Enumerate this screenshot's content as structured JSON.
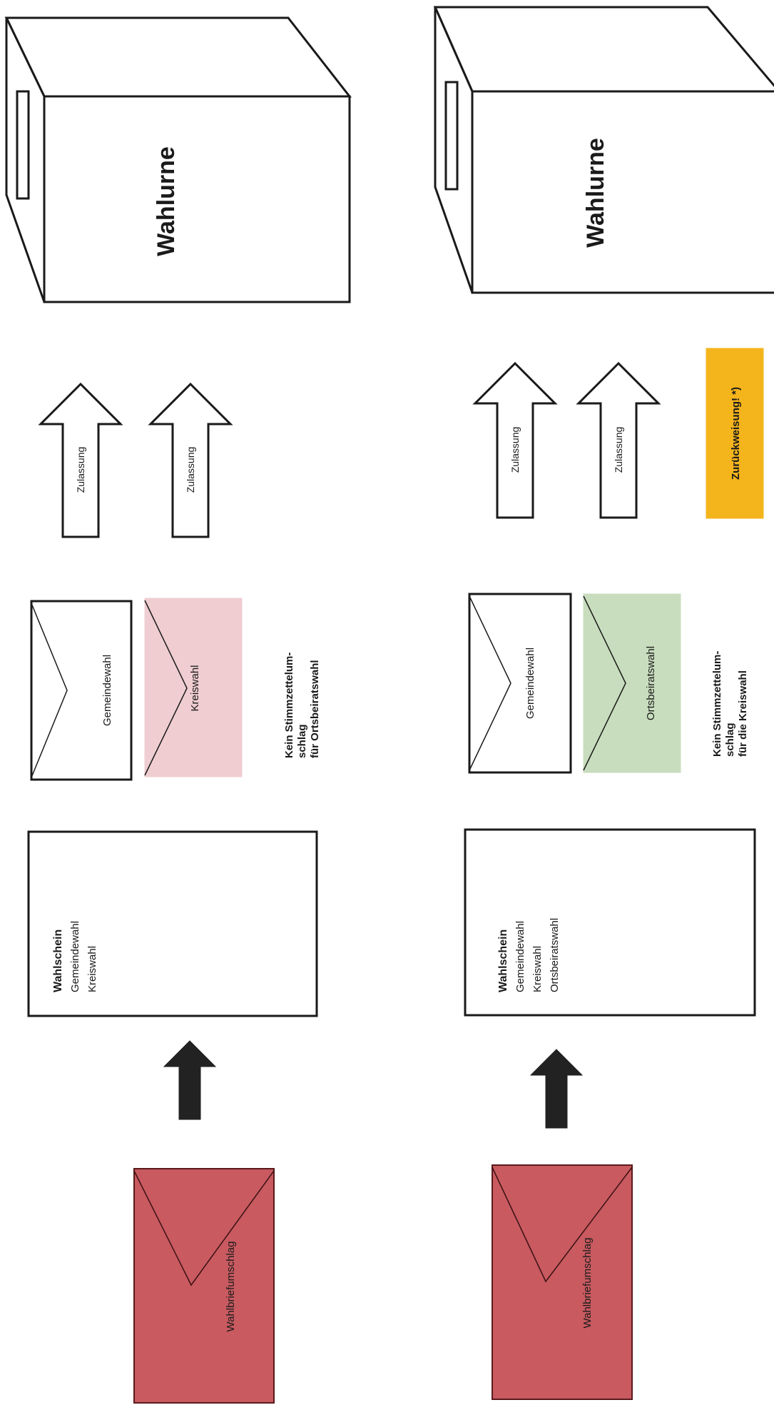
{
  "colors": {
    "wahlbrief": "#c85a60",
    "kreiswahl": "#efcdd1",
    "ortsbeirat": "#c8ddbd",
    "warning": "#f4b41c",
    "arrow_dark": "#222222",
    "line": "#1a1a1a"
  },
  "top": {
    "wahlbriefumschlag": "Wahlbriefumschlag",
    "wahlschein": {
      "title": "Wahlschein",
      "lines": [
        "Gemeindewahl",
        "Kreiswahl"
      ]
    },
    "envelope_gemeinde": "Gemeindewahl",
    "envelope_kreis": "Kreiswahl",
    "note": [
      "Kein Stimmzettelum-",
      "schlag",
      "für Ortsbeiratswahl"
    ],
    "arrow1": "Zulassung",
    "arrow2": "Zulassung",
    "urne": "Wahlurne"
  },
  "bottom": {
    "wahlbriefumschlag": "Wahlbriefumschlag",
    "wahlschein": {
      "title": "Wahlschein",
      "lines": [
        "Gemeindewahl",
        "Kreiswahl",
        "Ortsbeiratswahl"
      ]
    },
    "envelope_gemeinde": "Gemeindewahl",
    "envelope_orts": "Ortsbeiratswahl",
    "note": [
      "Kein Stimmzettelum-",
      "schlag",
      "für die Kreiswahl"
    ],
    "arrow1": "Zulassung",
    "arrow2": "Zulassung",
    "rejection": "Zurückweisung! *)",
    "urne": "Wahlurne"
  }
}
